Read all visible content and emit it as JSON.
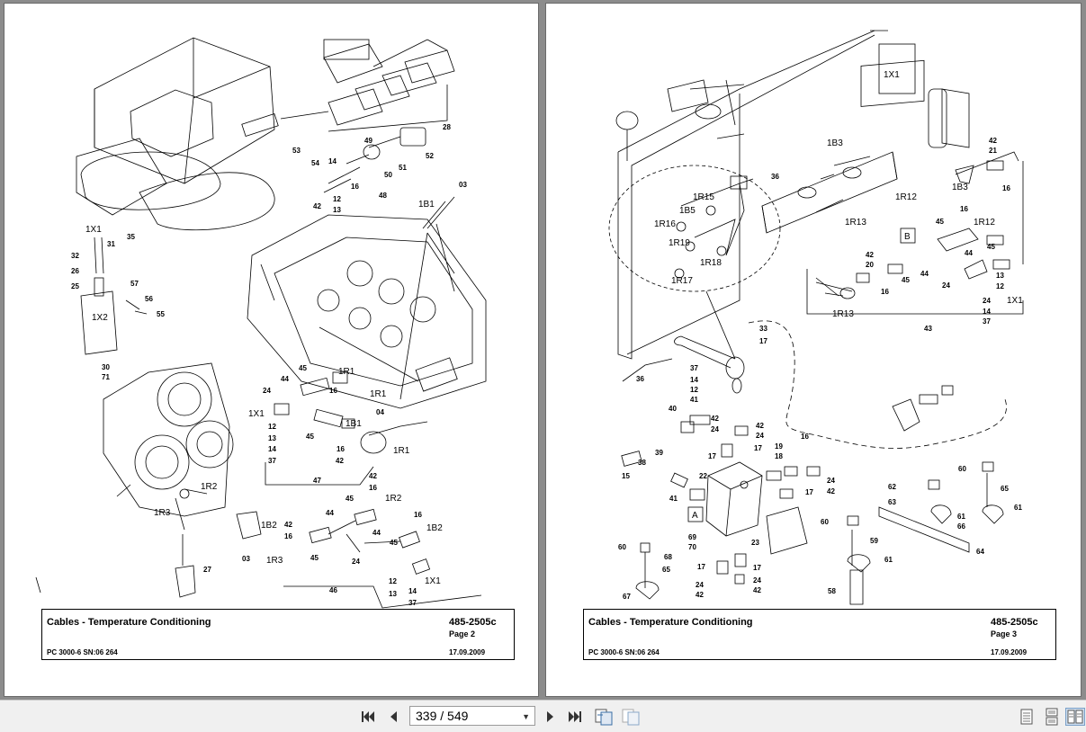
{
  "pages": [
    {
      "title": "Cables - Temperature Conditioning",
      "doc_number": "485-2505c",
      "page_label": "Page 2",
      "model": "PC 3000-6 SN:06 264",
      "date": "17.09.2009",
      "callouts": [
        "28",
        "53",
        "54",
        "49",
        "52",
        "50",
        "51",
        "14",
        "16",
        "12",
        "13",
        "42",
        "48",
        "1X1",
        "31",
        "35",
        "1B1",
        "03",
        "32",
        "26",
        "25",
        "57",
        "56",
        "55",
        "1X2",
        "30",
        "71",
        "45",
        "1R1",
        "44",
        "16",
        "24",
        "1X1",
        "1R1",
        "04",
        "12",
        "13",
        "14",
        "37",
        "45",
        "1B1",
        "16",
        "42",
        "1R1",
        "47",
        "42",
        "16",
        "1R2",
        "1R2",
        "1B2",
        "45",
        "1R3",
        "03",
        "42",
        "16",
        "44",
        "16",
        "45",
        "44",
        "1B2",
        "24",
        "45",
        "1R3",
        "27",
        "12",
        "1X1",
        "13",
        "14",
        "37",
        "46"
      ]
    },
    {
      "title": "Cables - Temperature Conditioning",
      "doc_number": "485-2505c",
      "page_label": "Page 3",
      "model": "PC 3000-6 SN:06 264",
      "date": "17.09.2009",
      "callouts": [
        "1X1",
        "36",
        "1B3",
        "1R15",
        "1B5",
        "1R16",
        "1R12",
        "1R19",
        "1R18",
        "1R13",
        "1R17",
        "42",
        "21",
        "1B3",
        "16",
        "16",
        "45",
        "1R12",
        "B",
        "44",
        "45",
        "42",
        "20",
        "45",
        "44",
        "16",
        "1R13",
        "24",
        "13",
        "12",
        "24",
        "1X1",
        "14",
        "37",
        "43",
        "33",
        "17",
        "37",
        "14",
        "12",
        "41",
        "36",
        "40",
        "42",
        "24",
        "42",
        "24",
        "17",
        "19",
        "18",
        "16",
        "39",
        "17",
        "15",
        "38",
        "22",
        "24",
        "42",
        "17",
        "41",
        "A",
        "69",
        "70",
        "23",
        "62",
        "63",
        "60",
        "65",
        "61",
        "66",
        "61",
        "60",
        "68",
        "65",
        "60",
        "59",
        "61",
        "64",
        "17",
        "17",
        "24",
        "42",
        "24",
        "42",
        "58",
        "67"
      ]
    }
  ],
  "toolbar": {
    "current_page": "339",
    "separator": " / ",
    "total_pages": "549",
    "icons": [
      "first-page-icon",
      "previous-page-icon",
      "next-page-icon",
      "last-page-icon",
      "single-page-view-icon",
      "two-page-view-icon",
      "single-page-mode-icon",
      "continuous-mode-icon",
      "facing-pages-mode-icon"
    ]
  }
}
